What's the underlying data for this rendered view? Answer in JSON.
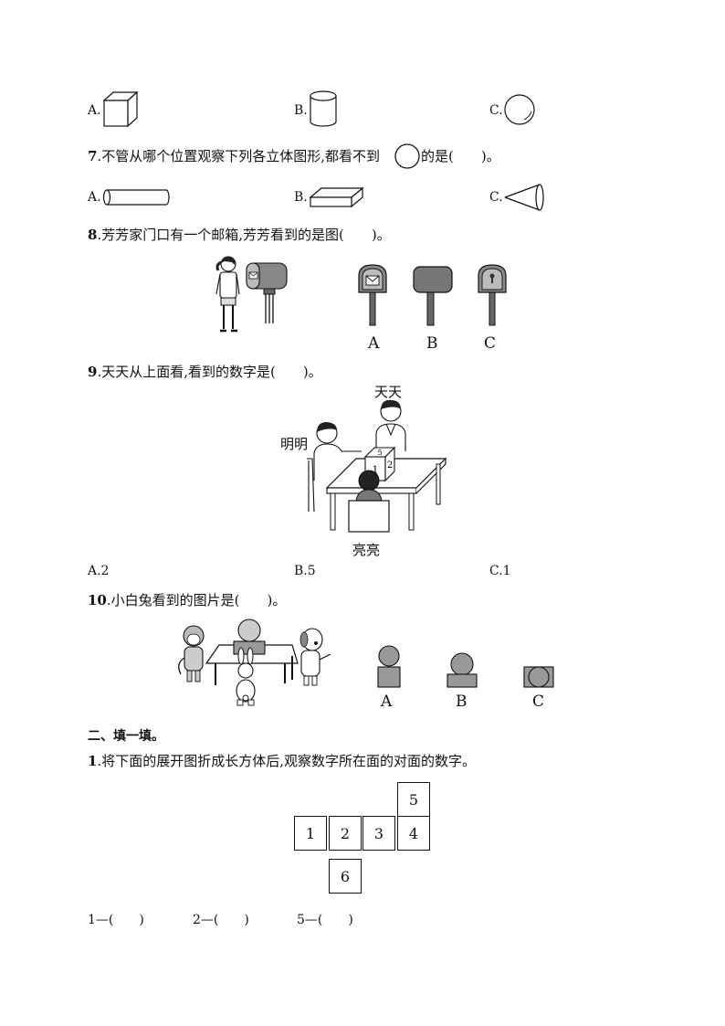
{
  "q6": {
    "options": [
      "A.",
      "B.",
      "C."
    ]
  },
  "q7": {
    "number": "7",
    "text_a": ".不管从哪个位置观察下列各立体图形,都看不到",
    "text_b": "的是(　　)。",
    "options": [
      "A.",
      "B.",
      "C."
    ]
  },
  "q8": {
    "number": "8",
    "text": ".芳芳家门口有一个邮箱,芳芳看到的是图(　　)。",
    "choice_labels": [
      "A",
      "B",
      "C"
    ]
  },
  "q9": {
    "number": "9",
    "text": ".天天从上面看,看到的数字是(　　)。",
    "names": {
      "tiantian": "天天",
      "mingming": "明明",
      "liangliang": "亮亮"
    },
    "cube_numbers": {
      "top": "5",
      "front": "1",
      "side": "2"
    },
    "options": [
      "A.2",
      "B.5",
      "C.1"
    ]
  },
  "q10": {
    "number": "10",
    "text": ".小白兔看到的图片是(　　)。",
    "choice_labels": [
      "A",
      "B",
      "C"
    ]
  },
  "section2": {
    "title": "二、填一填。"
  },
  "fill1": {
    "number": "1",
    "text": ".将下面的展开图折成长方体后,观察数字所在面的对面的数字。",
    "net": [
      "5",
      "1",
      "2",
      "3",
      "4",
      "6"
    ],
    "answers": [
      "1—(　　)",
      "2—(　　)",
      "5—(　　)"
    ]
  }
}
